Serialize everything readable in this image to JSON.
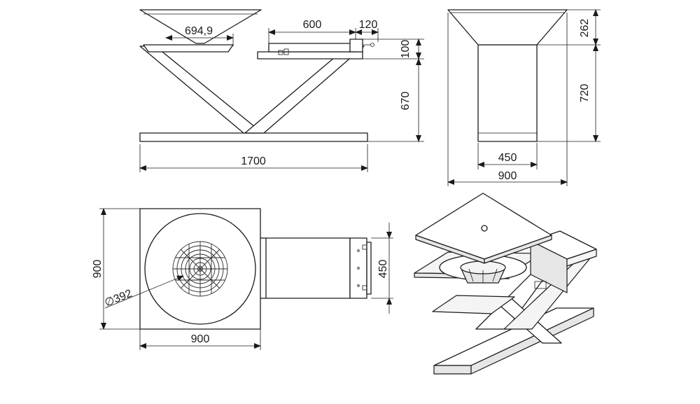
{
  "dimensions": {
    "bowl_diameter": "694,9",
    "side_table_length": "600",
    "side_table_depth": "120",
    "side_table_height": "100",
    "frame_height": "670",
    "base_length": "1700",
    "bowl_height": "262",
    "stand_height": "720",
    "stand_width": "450",
    "base_width": "900",
    "plan_depth": "900",
    "plan_width": "900",
    "grate_diameter": "392",
    "side_table_width": "450"
  }
}
